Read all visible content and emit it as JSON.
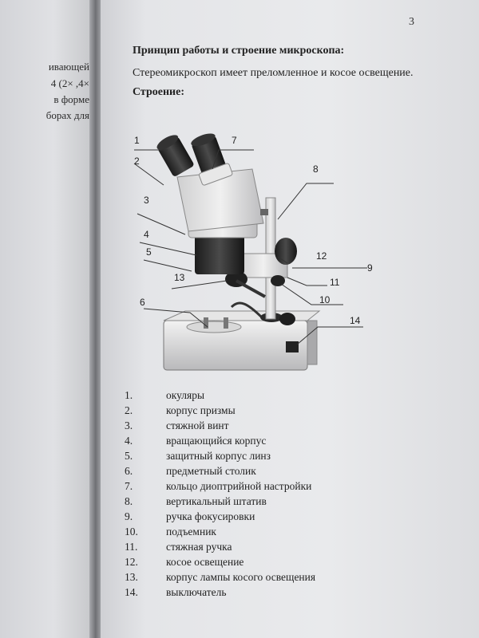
{
  "left_page": {
    "lines": [
      "ивающей",
      "4 (2× ,4×",
      "в  форме",
      "борах  для"
    ]
  },
  "page_number": "3",
  "heading": "Принцип работы и строение микроскопа:",
  "intro": "Стереомикроскоп имеет преломленное и косое освещение.",
  "subheading": "Строение:",
  "callouts": [
    "1",
    "2",
    "3",
    "4",
    "5",
    "6",
    "7",
    "8",
    "9",
    "10",
    "11",
    "12",
    "13",
    "14"
  ],
  "parts": [
    {
      "num": "1.",
      "label": "окуляры"
    },
    {
      "num": "2.",
      "label": "корпус призмы"
    },
    {
      "num": "3.",
      "label": "стяжной винт"
    },
    {
      "num": "4.",
      "label": "вращающийся корпус"
    },
    {
      "num": "5.",
      "label": "защитный корпус линз"
    },
    {
      "num": "6.",
      "label": "предметный столик"
    },
    {
      "num": "7.",
      "label": "кольцо диоптрийной настройки"
    },
    {
      "num": "8.",
      "label": "вертикальный штатив"
    },
    {
      "num": "9.",
      "label": "ручка фокусировки"
    },
    {
      "num": "10.",
      "label": "подъемник"
    },
    {
      "num": "11.",
      "label": "стяжная ручка"
    },
    {
      "num": "12.",
      "label": "косое освещение"
    },
    {
      "num": "13.",
      "label": "корпус лампы косого освещения"
    },
    {
      "num": "14.",
      "label": "выключатель"
    }
  ]
}
